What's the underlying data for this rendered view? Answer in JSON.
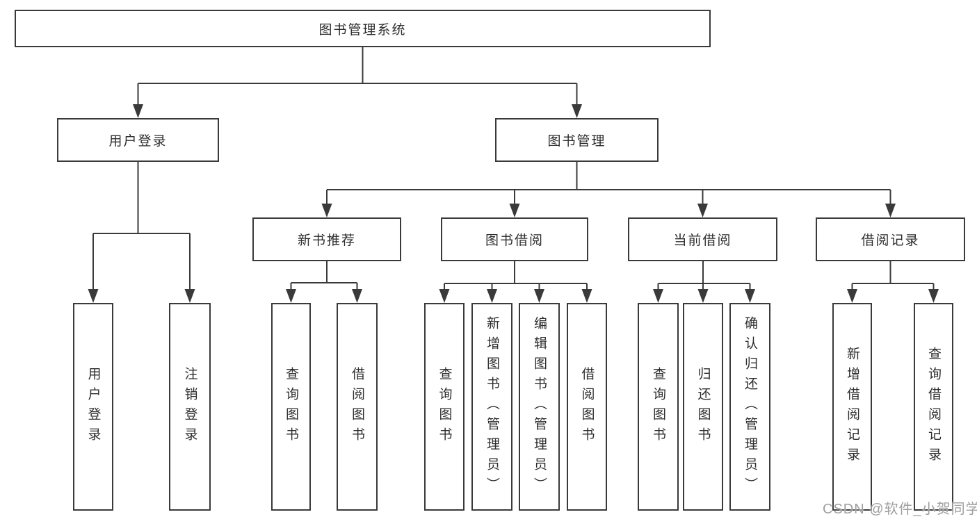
{
  "diagram_type": "hierarchy-tree",
  "title": "图书管理系统",
  "tree": {
    "label": "图书管理系统",
    "children": [
      {
        "label": "用户登录",
        "children": [
          {
            "label": "用户登录"
          },
          {
            "label": "注销登录"
          }
        ]
      },
      {
        "label": "图书管理",
        "children": [
          {
            "label": "新书推荐",
            "children": [
              {
                "label": "查询图书"
              },
              {
                "label": "借阅图书"
              }
            ]
          },
          {
            "label": "图书借阅",
            "children": [
              {
                "label": "查询图书"
              },
              {
                "label": "新增图书（管理员）"
              },
              {
                "label": "编辑图书（管理员）"
              },
              {
                "label": "借阅图书"
              }
            ]
          },
          {
            "label": "当前借阅",
            "children": [
              {
                "label": "查询图书"
              },
              {
                "label": "归还图书"
              },
              {
                "label": "确认归还（管理员）"
              }
            ]
          },
          {
            "label": "借阅记录",
            "children": [
              {
                "label": "新增借阅记录"
              },
              {
                "label": "查询借阅记录"
              }
            ]
          }
        ]
      }
    ]
  },
  "watermark": "CSDN @软件_小贺同学",
  "colors": {
    "line": "#3a3a3a",
    "box_border": "#3a3a3a",
    "text": "#2d2d2d",
    "watermark": "#9e9e9e",
    "background": "#ffffff"
  }
}
